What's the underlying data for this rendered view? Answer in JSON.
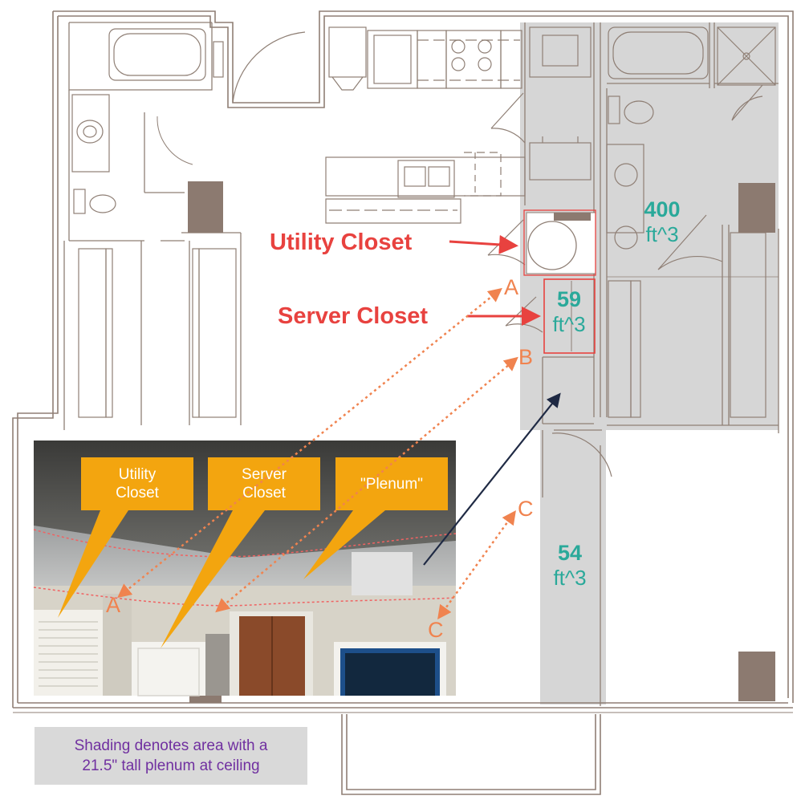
{
  "labels": {
    "utility_closet": "Utility Closet",
    "server_closet": "Server Closet"
  },
  "volumes": [
    {
      "value": "400",
      "unit": "ft^3"
    },
    {
      "value": "59",
      "unit": "ft^3"
    },
    {
      "value": "54",
      "unit": "ft^3"
    }
  ],
  "markers": {
    "a": "A",
    "b": "B",
    "c": "C"
  },
  "photo_callouts": [
    {
      "line1": "Utility",
      "line2": "Closet"
    },
    {
      "line1": "Server",
      "line2": "Closet"
    },
    {
      "line1": "\"Plenum\"",
      "line2": ""
    }
  ],
  "note": {
    "line1": "Shading denotes area with a",
    "line2": "21.5\" tall plenum at ceiling"
  },
  "colors": {
    "wall": "#8f7f75",
    "shading": "#d6d6d6",
    "highlight_red": "#e8423f",
    "volume_teal": "#2aa99a",
    "marker_orange": "#f0834f",
    "callout_orange": "#f3a50f",
    "note_purple": "#7030a0"
  }
}
